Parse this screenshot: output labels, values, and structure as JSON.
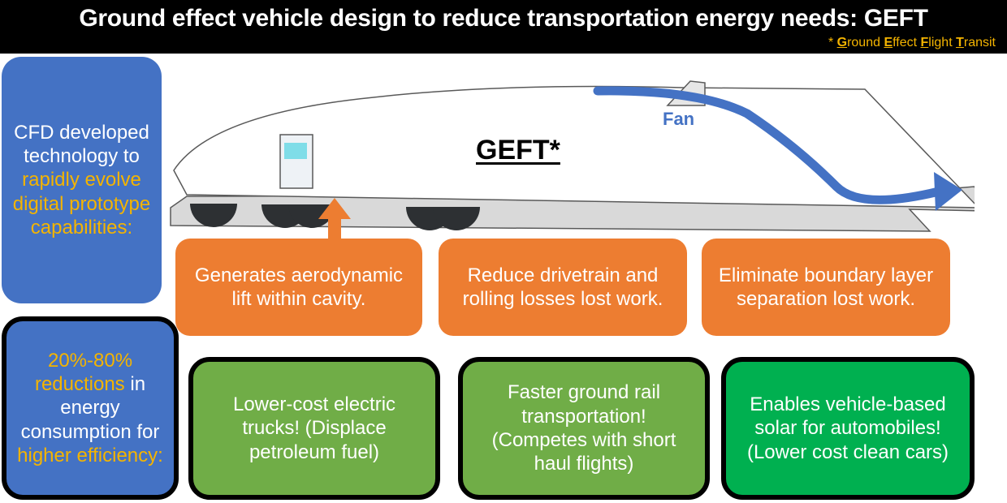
{
  "header": {
    "title": "Ground effect vehicle design to reduce transportation energy needs: GEFT",
    "footnote_prefix": "* ",
    "footnote_parts": [
      {
        "initial": "G",
        "rest": "round "
      },
      {
        "initial": "E",
        "rest": "ffect "
      },
      {
        "initial": "F",
        "rest": "light "
      },
      {
        "initial": "T",
        "rest": "ransit"
      }
    ]
  },
  "left_panels": {
    "top": {
      "white_1": "CFD developed technology to ",
      "yellow_1": "rapidly evolve digital prototype capabilities:"
    },
    "bottom": {
      "yellow_1": "20%-80% reductions",
      "white_1": " in energy consumption for ",
      "yellow_2": "higher efficiency:"
    }
  },
  "diagram": {
    "vehicle_label": "GEFT*",
    "fan_label": "Fan"
  },
  "mechanisms": [
    {
      "text": "Generates aerodynamic lift within cavity."
    },
    {
      "text": "Reduce drivetrain and rolling losses lost work."
    },
    {
      "text": "Eliminate boundary layer separation lost work."
    }
  ],
  "benefits": [
    {
      "text": "Lower-cost electric trucks! (Displace petroleum fuel)"
    },
    {
      "text": "Faster ground rail transportation! (Competes with short haul flights)"
    },
    {
      "text": "Enables vehicle-based solar for automobiles! (Lower cost clean cars)"
    }
  ],
  "colors": {
    "header_bg": "#000000",
    "accent_yellow": "#f4b400",
    "blue": "#4472c4",
    "orange": "#ed7d31",
    "green": "#70ad47",
    "bright_green": "#00b050"
  }
}
